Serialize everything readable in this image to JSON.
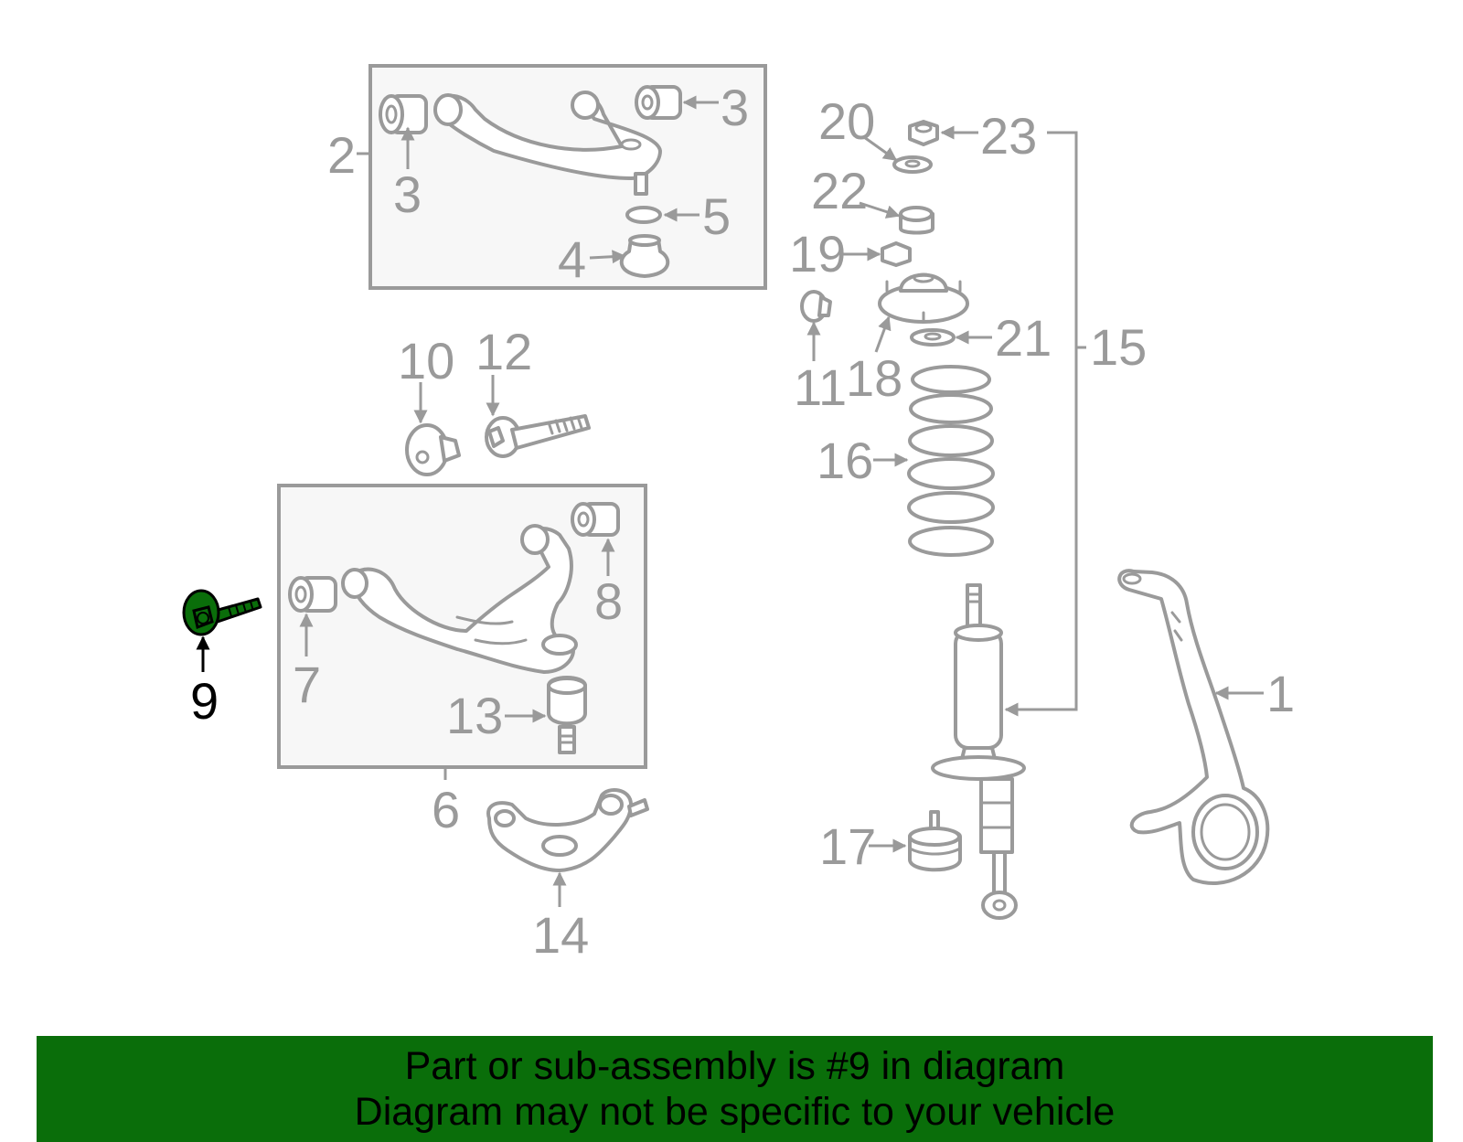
{
  "callouts": {
    "c1": "1",
    "c2": "2",
    "c3a": "3",
    "c3b": "3",
    "c4": "4",
    "c5": "5",
    "c6": "6",
    "c7": "7",
    "c8": "8",
    "c9": "9",
    "c10": "10",
    "c11": "11",
    "c12": "12",
    "c13": "13",
    "c14": "14",
    "c15": "15",
    "c16": "16",
    "c17": "17",
    "c18": "18",
    "c19": "19",
    "c20": "20",
    "c21": "21",
    "c22": "22",
    "c23": "23"
  },
  "highlight": {
    "part": "9",
    "color": "#0a6e0a"
  },
  "banner": {
    "line1": "Part or sub-assembly is #9 in diagram",
    "line2": "Diagram may not be specific to your vehicle",
    "background": "#0a6e0a"
  }
}
